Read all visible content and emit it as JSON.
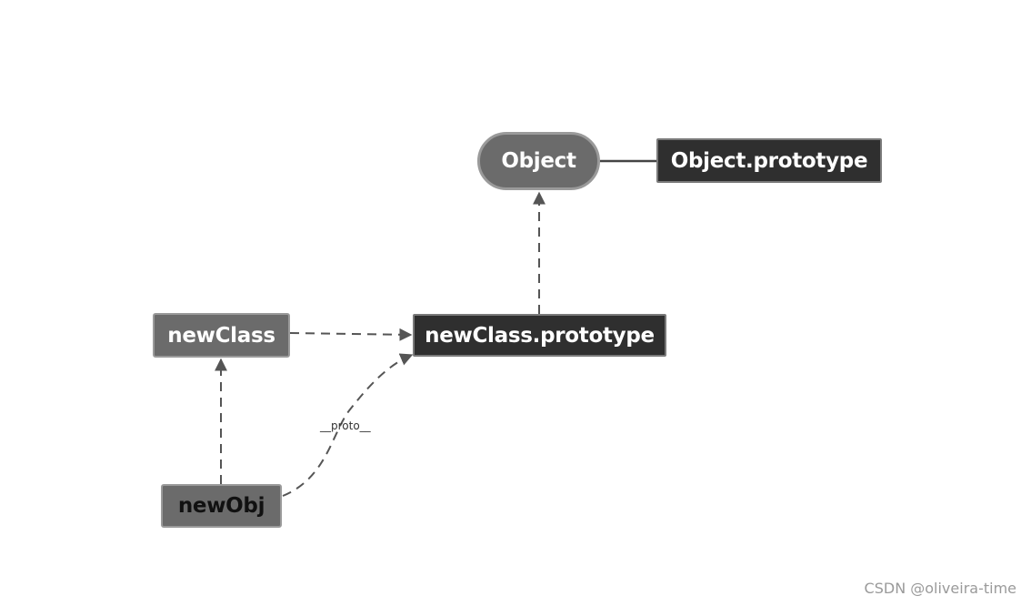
{
  "nodes": {
    "object": "Object",
    "object_prototype": "Object.prototype",
    "new_class": "newClass",
    "new_class_prototype": "newClass.prototype",
    "new_obj": "newObj"
  },
  "edges": {
    "proto_label": "__proto__"
  },
  "watermark": "CSDN @oliveira-time",
  "colors": {
    "node_grey": "#6b6b6b",
    "node_dark": "#2f2f2f",
    "border": "#9a9a9a",
    "edge": "#555555"
  }
}
